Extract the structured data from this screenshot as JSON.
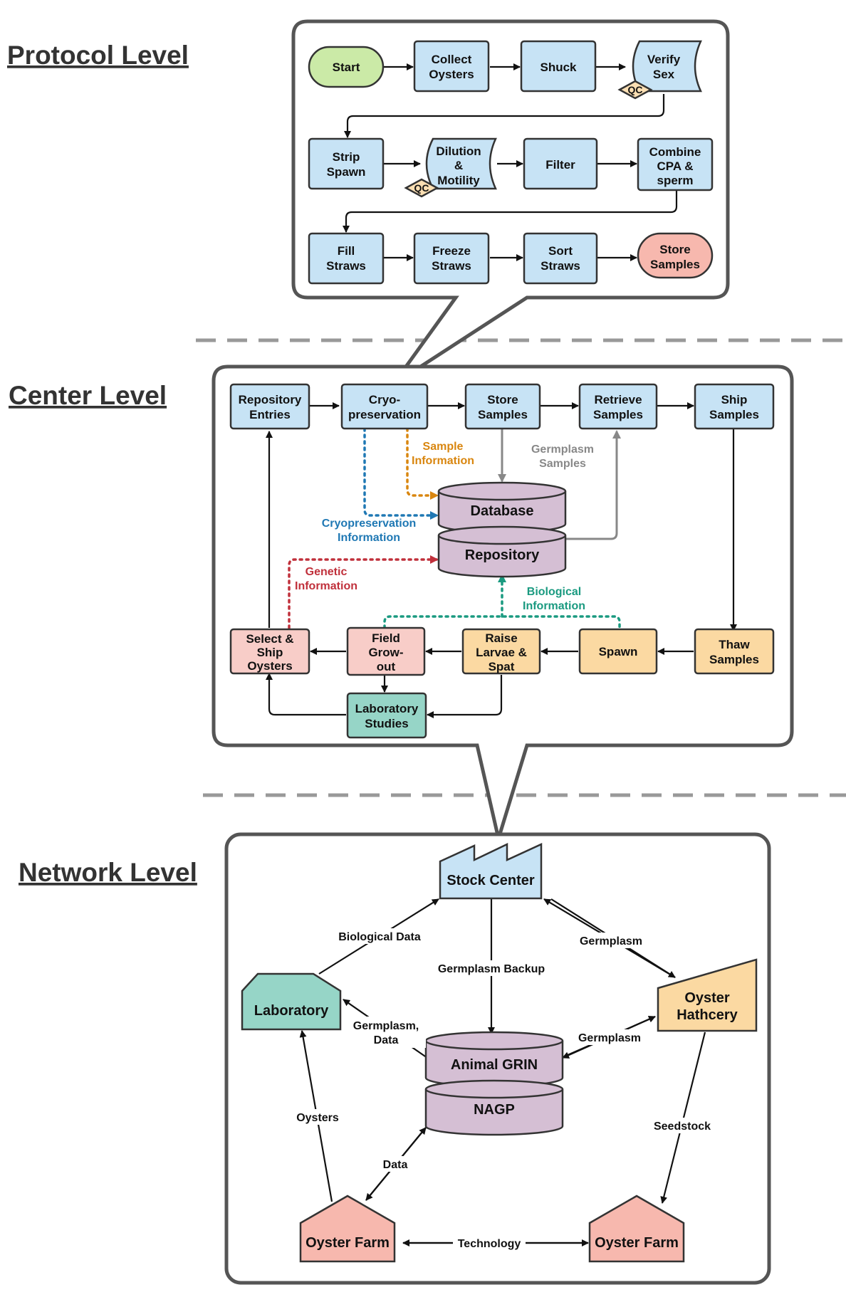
{
  "levels": {
    "protocol": "Protocol Level",
    "center": "Center Level",
    "network": "Network Level"
  },
  "colors": {
    "blue": "#c7e3f5",
    "green": "#cbeaa7",
    "red": "#f7b8ae",
    "pink": "#f8cdc8",
    "orange": "#fbd9a2",
    "teal": "#96d5c7",
    "purple": "#d5bfd4",
    "qc": "#fbdfb3",
    "info_orange": "#d9860f",
    "info_blue": "#1f78b4",
    "info_red": "#c0303b",
    "info_teal": "#1a9a80",
    "gray": "#888888"
  },
  "protocol": {
    "start": "Start",
    "collect_1": "Collect",
    "collect_2": "Oysters",
    "shuck": "Shuck",
    "verify_1": "Verify",
    "verify_2": "Sex",
    "qc": "QC",
    "strip_1": "Strip",
    "strip_2": "Spawn",
    "dilution_1": "Dilution",
    "dilution_2": "&",
    "dilution_3": "Motility",
    "filter": "Filter",
    "combine_1": "Combine",
    "combine_2": "CPA &",
    "combine_3": "sperm",
    "fill_1": "Fill",
    "fill_2": "Straws",
    "freeze_1": "Freeze",
    "freeze_2": "Straws",
    "sort_1": "Sort",
    "sort_2": "Straws",
    "store_1": "Store",
    "store_2": "Samples"
  },
  "center": {
    "repo_entries_1": "Repository",
    "repo_entries_2": "Entries",
    "cryo_1": "Cryo-",
    "cryo_2": "preservation",
    "store_1": "Store",
    "store_2": "Samples",
    "retrieve_1": "Retrieve",
    "retrieve_2": "Samples",
    "ship_1": "Ship",
    "ship_2": "Samples",
    "database": "Database",
    "repository": "Repository",
    "sample_info_1": "Sample",
    "sample_info_2": "Information",
    "germplasm_samples_1": "Germplasm",
    "germplasm_samples_2": "Samples",
    "cryo_info_1": "Cryopreservation",
    "cryo_info_2": "Information",
    "genetic_info_1": "Genetic",
    "genetic_info_2": "Information",
    "bio_info_1": "Biological",
    "bio_info_2": "Information",
    "select_1": "Select &",
    "select_2": "Ship",
    "select_3": "Oysters",
    "field_1": "Field",
    "field_2": "Grow-",
    "field_3": "out",
    "raise_1": "Raise",
    "raise_2": "Larvae &",
    "raise_3": "Spat",
    "spawn": "Spawn",
    "thaw_1": "Thaw",
    "thaw_2": "Samples",
    "lab_1": "Laboratory",
    "lab_2": "Studies"
  },
  "network": {
    "stock_center": "Stock Center",
    "laboratory": "Laboratory",
    "hatchery_1": "Oyster",
    "hatchery_2": "Hathcery",
    "grin": "Animal GRIN",
    "nagp": "NAGP",
    "farm_left": "Oyster Farm",
    "farm_right": "Oyster Farm",
    "biological_data": "Biological Data",
    "germplasm_top": "Germplasm",
    "germplasm_backup": "Germplasm Backup",
    "germplasm_data_1": "Germplasm,",
    "germplasm_data_2": "Data",
    "germplasm_right": "Germplasm",
    "oysters": "Oysters",
    "seedstock": "Seedstock",
    "data": "Data",
    "technology": "Technology"
  }
}
